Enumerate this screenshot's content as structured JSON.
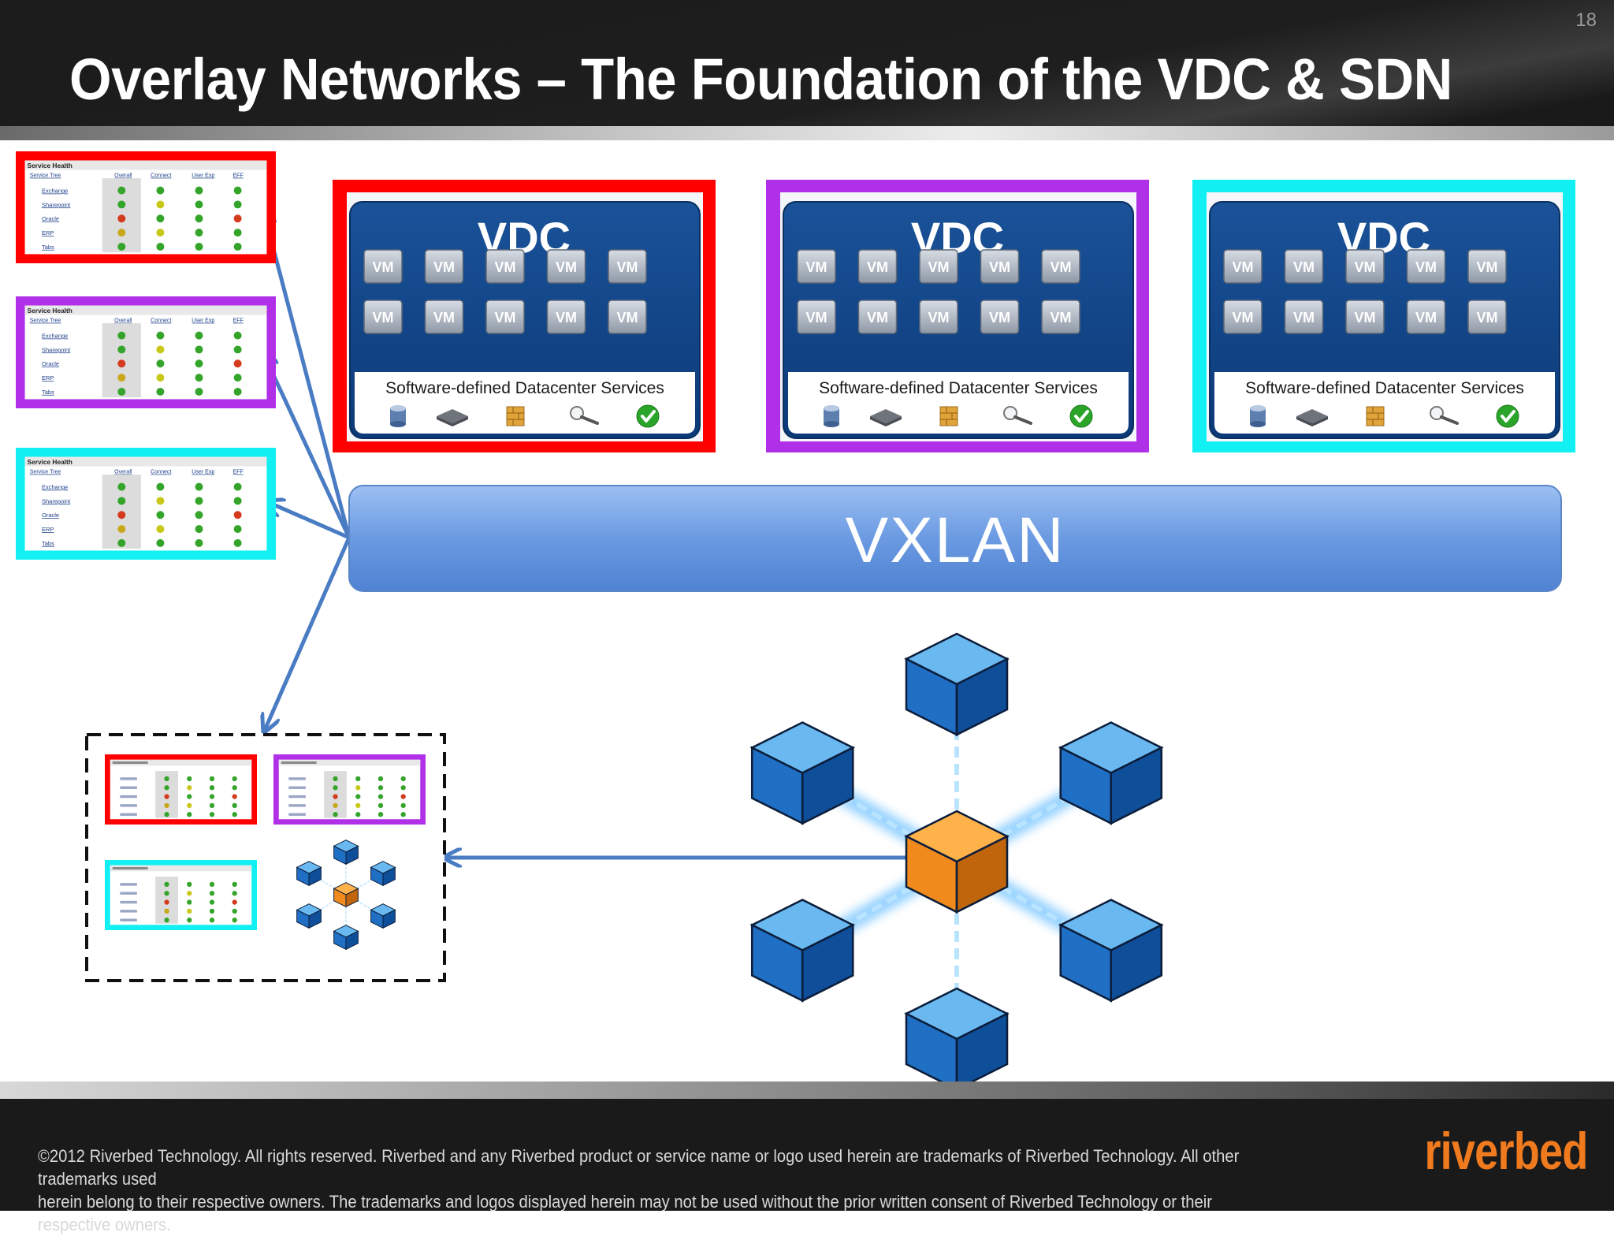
{
  "slide": {
    "title": "Overlay Networks – The Foundation of the VDC & SDN",
    "number": "18"
  },
  "colors": {
    "red": "#ff0000",
    "purple": "#b030e8",
    "cyan": "#12f0f4",
    "vdc_blue": "#0f4286",
    "vxlan_blue": "#6fa0e6",
    "arrow_blue": "#4a7cc4",
    "accent_orange": "#f07a1e"
  },
  "vdcs": [
    {
      "color": "red",
      "title": "VDC",
      "services_label": "Software-defined Datacenter Services"
    },
    {
      "color": "purple",
      "title": "VDC",
      "services_label": "Software-defined Datacenter Services"
    },
    {
      "color": "cyan",
      "title": "VDC",
      "services_label": "Software-defined Datacenter Services"
    }
  ],
  "vm_label": "VM",
  "service_icons": [
    "database-icon",
    "storage-icon",
    "firewall-icon",
    "search-icon",
    "check-icon"
  ],
  "vxlan": {
    "label": "VXLAN"
  },
  "dashboards": {
    "header": "Service Health",
    "columns": [
      "Service Tree",
      "Overall",
      "Connect",
      "User Exp",
      "EFF"
    ],
    "rows": [
      "Exchange",
      "Sharepoint",
      "Oracle",
      "ERP",
      "Tabs"
    ],
    "colors": [
      "red",
      "purple",
      "cyan"
    ]
  },
  "footer": {
    "legal_line1": "©2012 Riverbed Technology. All rights reserved. Riverbed and any Riverbed product or service name or logo used herein are trademarks of Riverbed Technology. All other trademarks used",
    "legal_line2": "herein belong to their respective owners. The trademarks and logos displayed herein may not be used without the prior written consent of Riverbed Technology or their respective owners.",
    "logo": "riverbed"
  }
}
